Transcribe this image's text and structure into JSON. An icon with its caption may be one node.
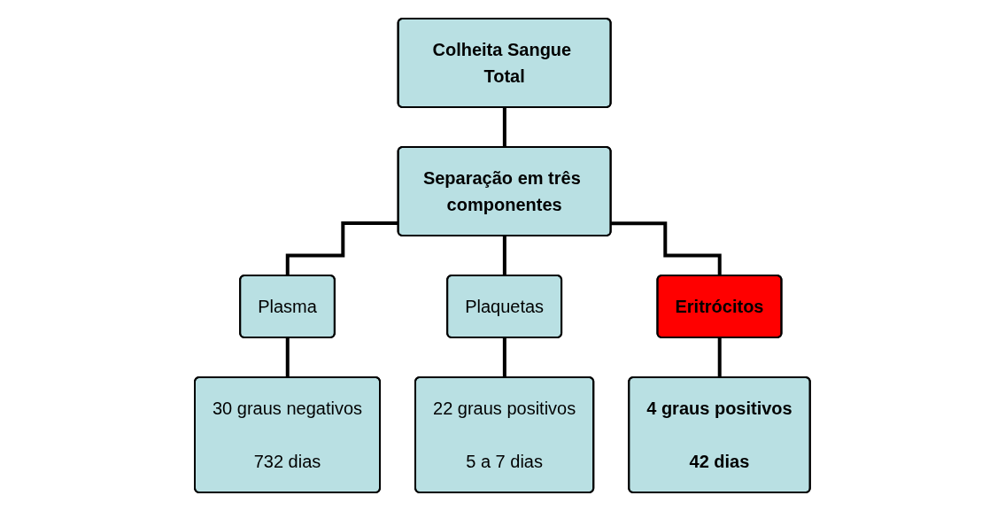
{
  "diagram": {
    "nodes": [
      {
        "text": [
          "Colheita Sangue Total"
        ]
      },
      {
        "text": [
          "Separação em três componentes"
        ]
      },
      {
        "text": [
          "Plasma"
        ]
      },
      {
        "text": [
          "Plaquetas"
        ]
      },
      {
        "text": [
          "Eritrócitos"
        ]
      },
      {
        "text": [
          "30 graus negativos",
          "732 dias"
        ]
      },
      {
        "text": [
          "22 graus positivos",
          "5 a 7 dias"
        ]
      },
      {
        "text": [
          "4 graus positivos",
          "42 dias"
        ]
      }
    ],
    "edges": [
      {
        "from": 0,
        "to": 1,
        "arrow": "none"
      },
      {
        "from": 1,
        "to": 2,
        "arrow": "none"
      },
      {
        "from": 1,
        "to": 3,
        "arrow": "none"
      },
      {
        "from": 1,
        "to": 4,
        "arrow": "none"
      },
      {
        "from": 2,
        "to": 5,
        "arrow": "none"
      },
      {
        "from": 3,
        "to": 6,
        "arrow": "none"
      },
      {
        "from": 4,
        "to": 7,
        "arrow": "none"
      }
    ]
  }
}
